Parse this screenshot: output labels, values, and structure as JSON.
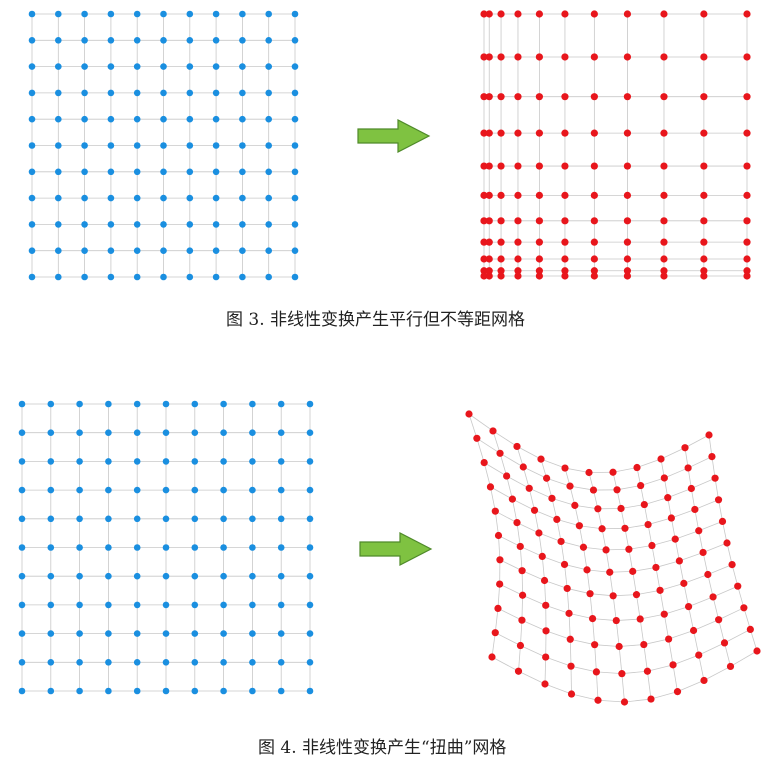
{
  "figures": [
    {
      "caption": "图 3. 非线性变换产生平行但不等距网格",
      "grid_size": 11,
      "input_color": "#1a8fe0",
      "output_color": "#e8161c",
      "line_color": "#c8c8c8"
    },
    {
      "caption": "图 4. 非线性变换产生“扭曲”网格",
      "grid_size": 11,
      "input_color": "#1a8fe0",
      "output_color": "#e8161c",
      "line_color": "#c8c8c8"
    }
  ],
  "arrow": {
    "fill": "#7fc241",
    "stroke": "#4f8a2a"
  }
}
